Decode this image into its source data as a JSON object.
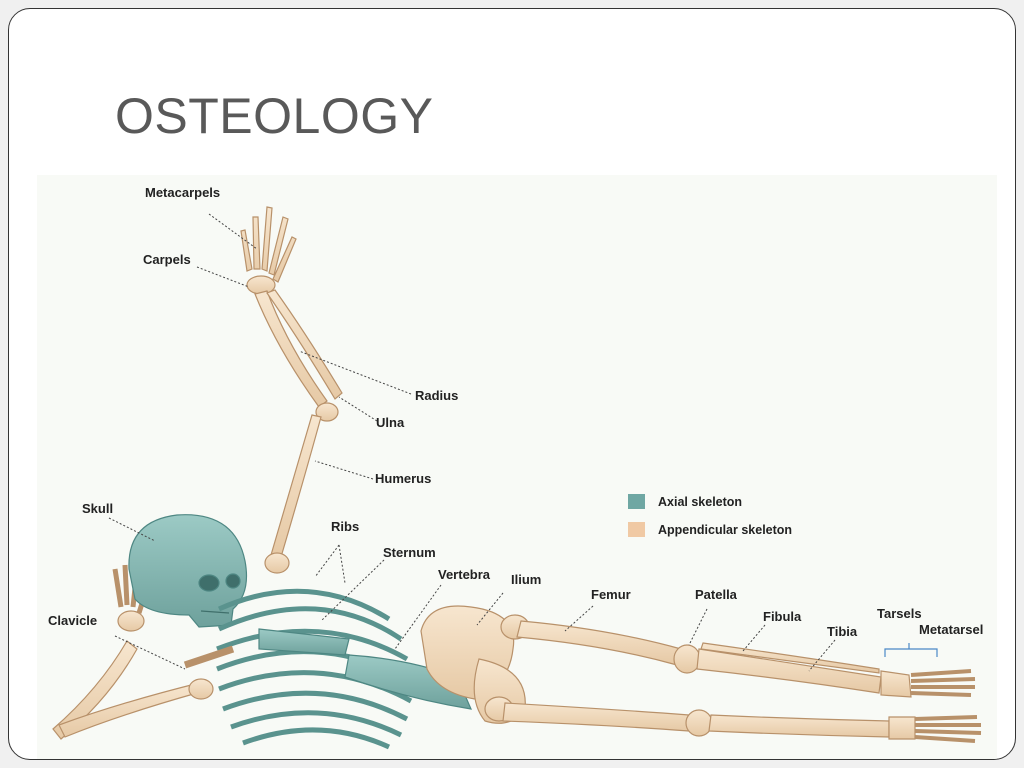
{
  "slide": {
    "title": "OSTEOLOGY"
  },
  "legend": [
    {
      "label": "Axial skeleton",
      "color": "#6fa7a3"
    },
    {
      "label": "Appendicular skeleton",
      "color": "#f0c9a4"
    }
  ],
  "labels": {
    "metacarpels": "Metacarpels",
    "carpels": "Carpels",
    "radius": "Radius",
    "ulna": "Ulna",
    "humerus": "Humerus",
    "skull": "Skull",
    "ribs": "Ribs",
    "sternum": "Sternum",
    "vertebra": "Vertebra",
    "ilium": "Ilium",
    "femur": "Femur",
    "patella": "Patella",
    "fibula": "Fibula",
    "tibia": "Tibia",
    "tarsels": "Tarsels",
    "metatarsel": "Metatarsel",
    "clavicle": "Clavicle"
  },
  "colors": {
    "axial": "#7fb3ae",
    "axial_stroke": "#4e8783",
    "appendicular": "#f2dcc0",
    "appendicular_stroke": "#b8916a"
  }
}
